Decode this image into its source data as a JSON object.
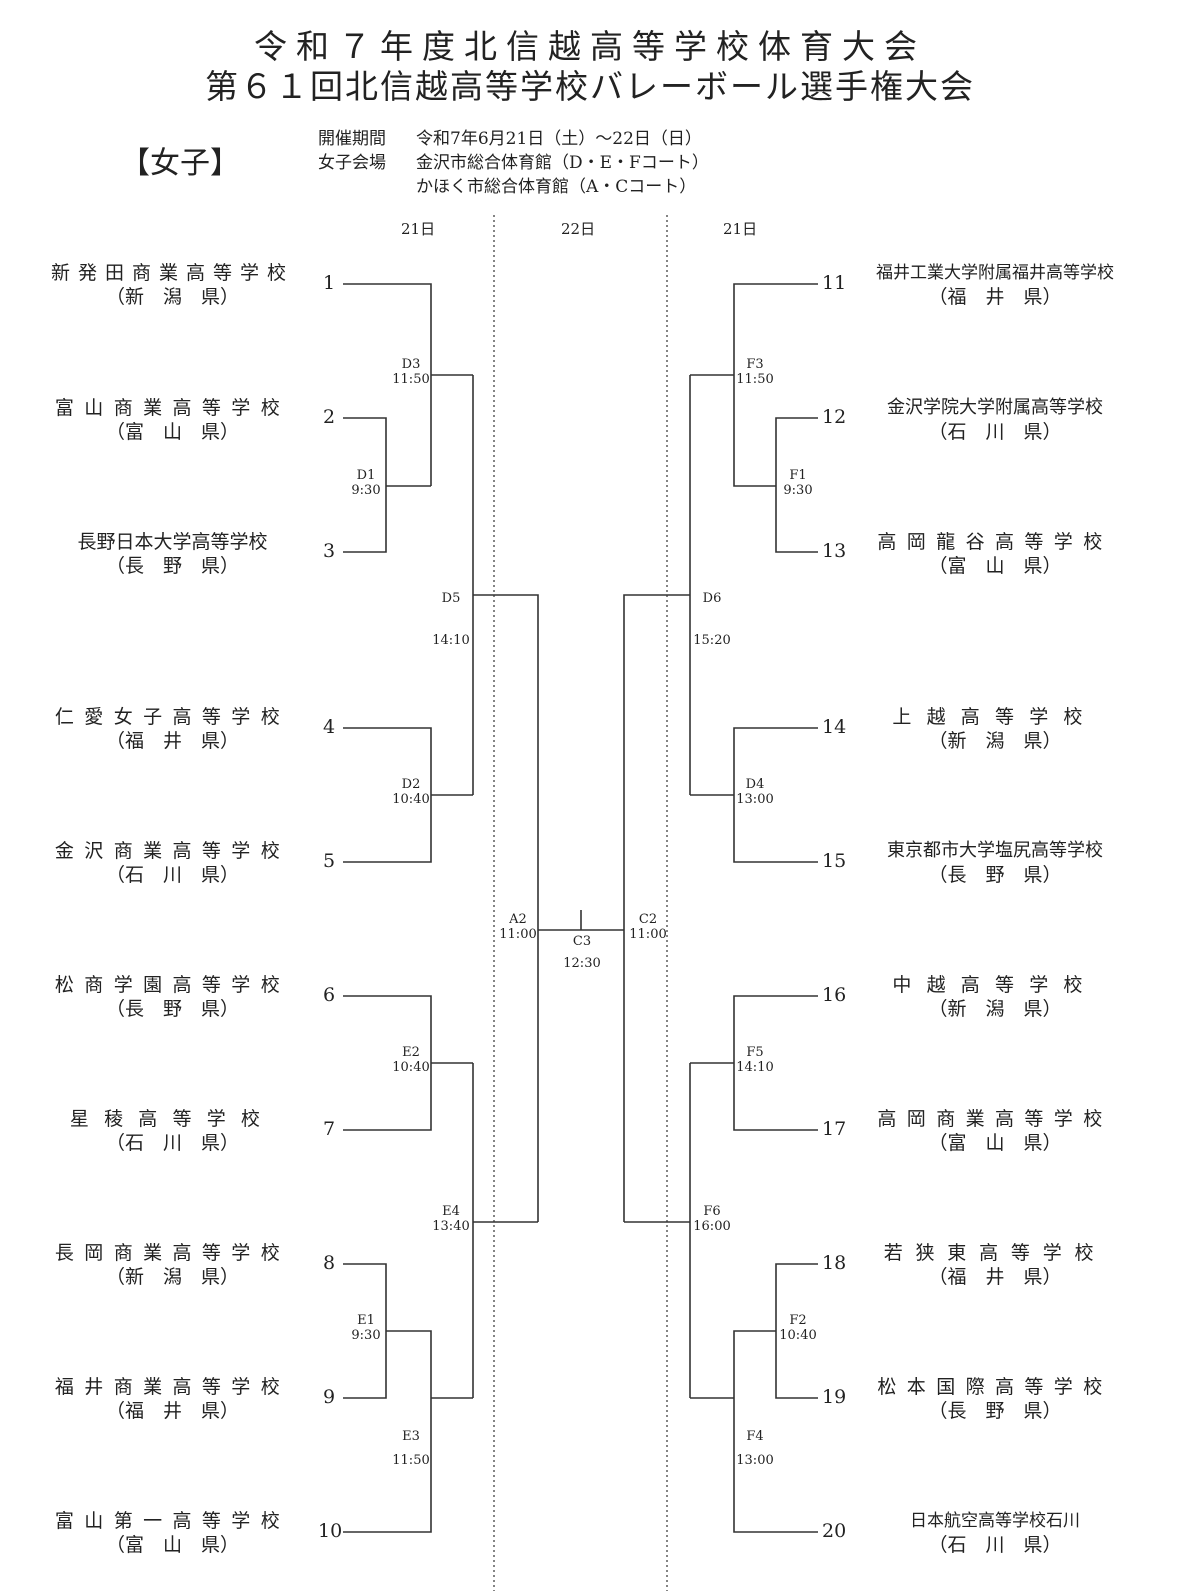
{
  "title": {
    "line1": "令和７年度北信越高等学校体育大会",
    "line2": "第６１回北信越高等学校バレーボール選手権大会"
  },
  "category": "【女子】",
  "info": {
    "period_label": "開催期間",
    "period": "令和7年6月21日（土）～22日（日）",
    "venue_label": "女子会場",
    "venue1": "金沢市総合体育館（D・E・Fコート）",
    "venue2": "かほく市総合体育館（A・Cコート）"
  },
  "days": {
    "left": "21日",
    "center": "22日",
    "right": "21日"
  },
  "left_teams": [
    {
      "seed": "1",
      "name": "新発田商業高等学校",
      "pref": "（新　潟　県）"
    },
    {
      "seed": "2",
      "name": "富山商業高等学校",
      "pref": "（富　山　県）"
    },
    {
      "seed": "3",
      "name": "長野日本大学高等学校",
      "pref": "（長　野　県）"
    },
    {
      "seed": "4",
      "name": "仁愛女子高等学校",
      "pref": "（福　井　県）"
    },
    {
      "seed": "5",
      "name": "金沢商業高等学校",
      "pref": "（石　川　県）"
    },
    {
      "seed": "6",
      "name": "松商学園高等学校",
      "pref": "（長　野　県）"
    },
    {
      "seed": "7",
      "name": "星稜高等学校",
      "pref": "（石　川　県）"
    },
    {
      "seed": "8",
      "name": "長岡商業高等学校",
      "pref": "（新　潟　県）"
    },
    {
      "seed": "9",
      "name": "福井商業高等学校",
      "pref": "（福　井　県）"
    },
    {
      "seed": "10",
      "name": "富山第一高等学校",
      "pref": "（富　山　県）"
    }
  ],
  "right_teams": [
    {
      "seed": "11",
      "name": "福井工業大学附属福井高等学校",
      "pref": "（福　井　県）"
    },
    {
      "seed": "12",
      "name": "金沢学院大学附属高等学校",
      "pref": "（石　川　県）"
    },
    {
      "seed": "13",
      "name": "高岡龍谷高等学校",
      "pref": "（富　山　県）"
    },
    {
      "seed": "14",
      "name": "上越高等学校",
      "pref": "（新　潟　県）"
    },
    {
      "seed": "15",
      "name": "東京都市大学塩尻高等学校",
      "pref": "（長　野　県）"
    },
    {
      "seed": "16",
      "name": "中越高等学校",
      "pref": "（新　潟　県）"
    },
    {
      "seed": "17",
      "name": "高岡商業高等学校",
      "pref": "（富　山　県）"
    },
    {
      "seed": "18",
      "name": "若狭東高等学校",
      "pref": "（福　井　県）"
    },
    {
      "seed": "19",
      "name": "松本国際高等学校",
      "pref": "（長　野　県）"
    },
    {
      "seed": "20",
      "name": "日本航空高等学校石川",
      "pref": "（石　川　県）"
    }
  ],
  "matches": {
    "D1": {
      "code": "D1",
      "time": "9:30"
    },
    "D2": {
      "code": "D2",
      "time": "10:40"
    },
    "D3": {
      "code": "D3",
      "time": "11:50"
    },
    "D4": {
      "code": "D4",
      "time": "13:00"
    },
    "D5": {
      "code": "D5",
      "time": "14:10"
    },
    "D6": {
      "code": "D6",
      "time": "15:20"
    },
    "E1": {
      "code": "E1",
      "time": "9:30"
    },
    "E2": {
      "code": "E2",
      "time": "10:40"
    },
    "E3": {
      "code": "E3",
      "time": "11:50"
    },
    "E4": {
      "code": "E4",
      "time": "13:40"
    },
    "F1": {
      "code": "F1",
      "time": "9:30"
    },
    "F2": {
      "code": "F2",
      "time": "10:40"
    },
    "F3": {
      "code": "F3",
      "time": "11:50"
    },
    "F4": {
      "code": "F4",
      "time": "13:00"
    },
    "F5": {
      "code": "F5",
      "time": "14:10"
    },
    "F6": {
      "code": "F6",
      "time": "16:00"
    },
    "A2": {
      "code": "A2",
      "time": "11:00"
    },
    "C2": {
      "code": "C2",
      "time": "11:00"
    },
    "C3": {
      "code": "C3",
      "time": "12:30"
    }
  }
}
